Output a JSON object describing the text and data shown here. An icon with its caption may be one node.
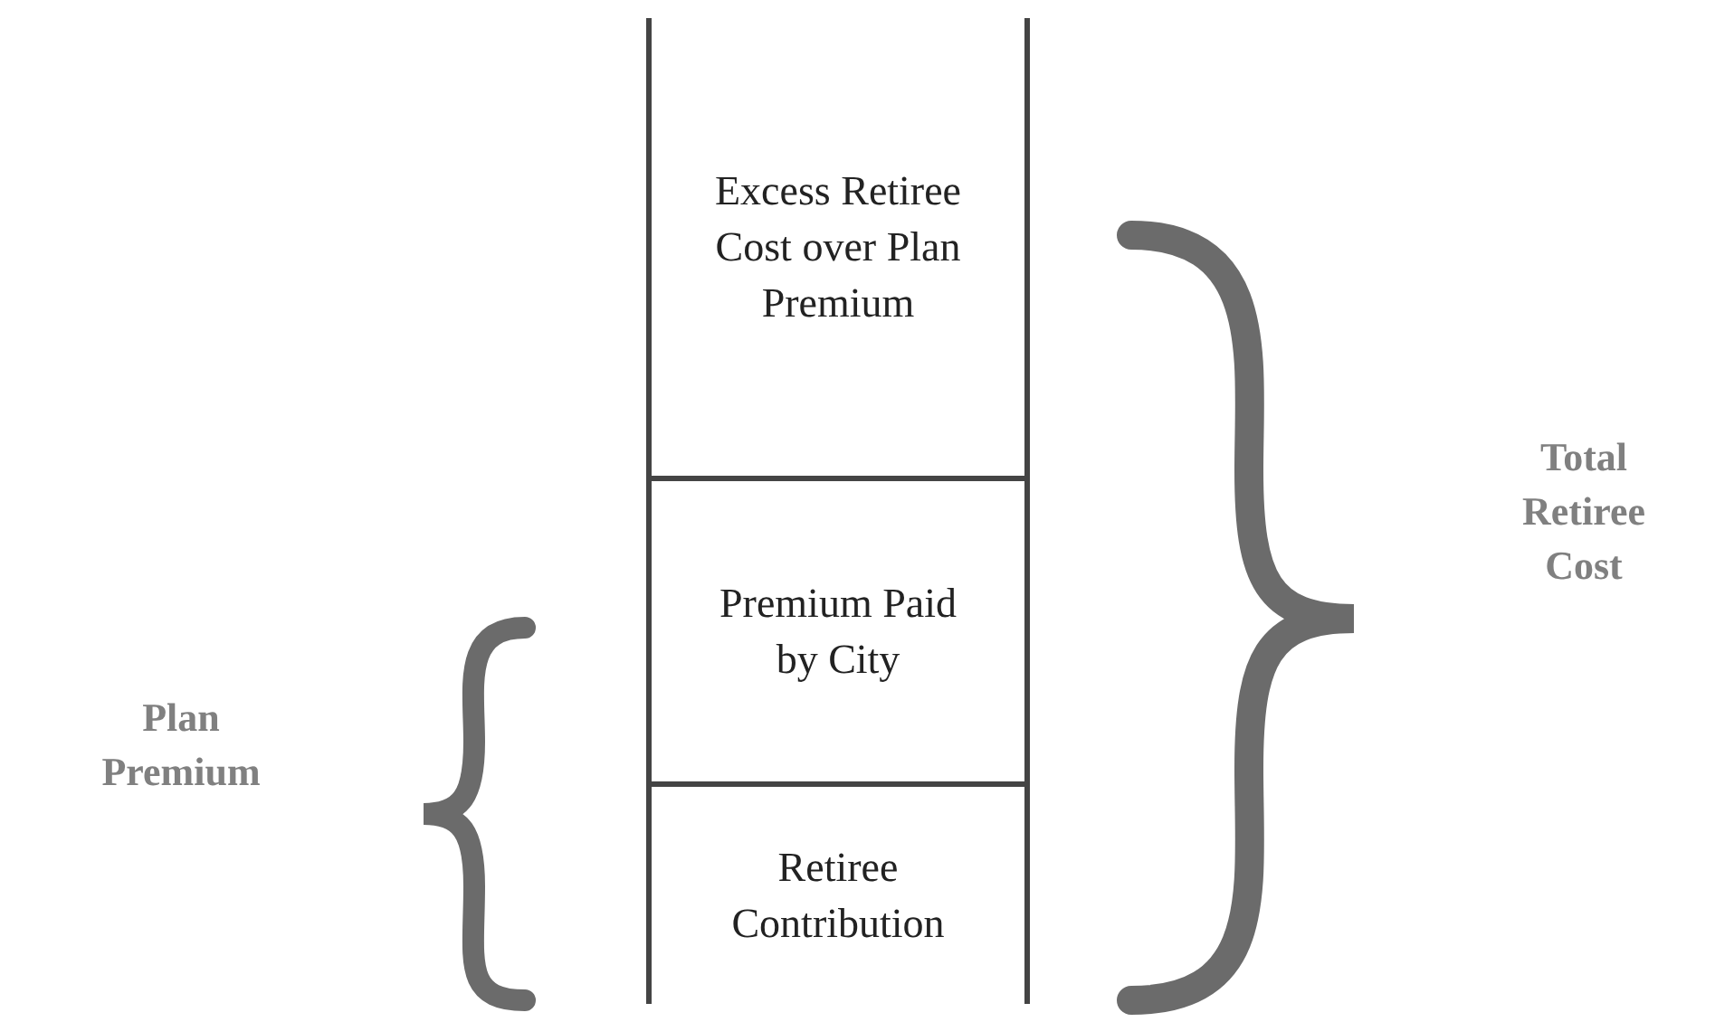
{
  "diagram": {
    "nodes": [
      {
        "text": [
          "Excess Retiree Cost over Plan Premium"
        ]
      },
      {
        "text": [
          "Premium Paid by City"
        ]
      },
      {
        "text": [
          "Retiree Contribution"
        ]
      }
    ],
    "labels": [
      "Plan Premium",
      "Total Retiree Cost"
    ]
  }
}
